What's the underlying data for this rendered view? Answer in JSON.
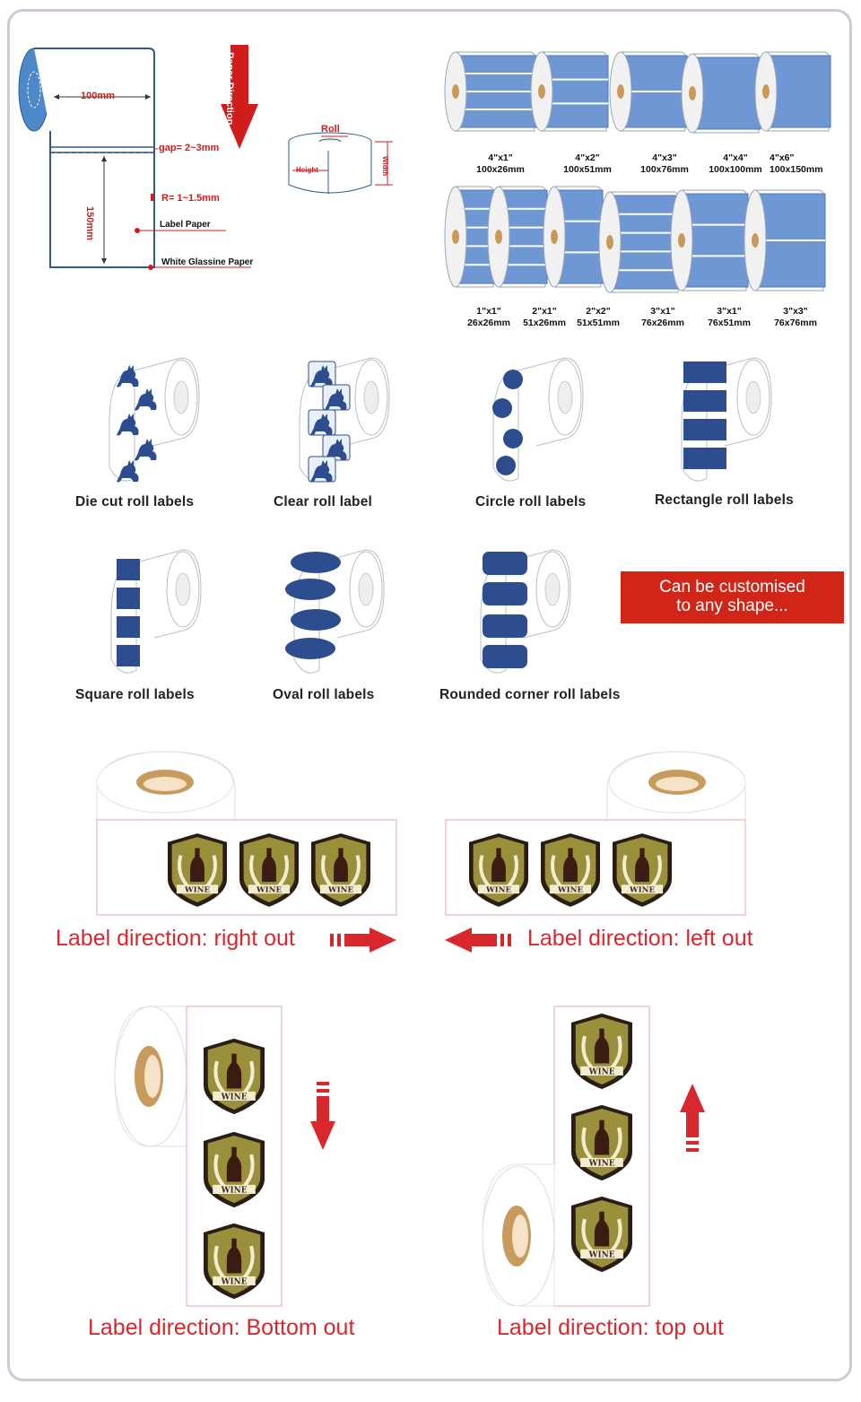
{
  "colors": {
    "accent": "#d9272e",
    "label_blue": "#6e97d4",
    "navy": "#2d4d8e",
    "badge_olive": "#9a8f3a"
  },
  "spec_diagram": {
    "width_dim": "100mm",
    "height_dim": "150mm",
    "gap": "gap= 2~3mm",
    "radius": "R= 1~1.5mm",
    "label_paper": "Label Paper",
    "glassine": "White Glassine Paper",
    "paper_direction": "Paper Direction",
    "roll": "Roll",
    "height": "Height",
    "width": "Width"
  },
  "size_rows": [
    [
      {
        "inch": "4\"x1\"",
        "mm": "100x26mm"
      },
      {
        "inch": "4\"x2\"",
        "mm": "100x51mm"
      },
      {
        "inch": "4\"x3\"",
        "mm": "100x76mm"
      },
      {
        "inch": "4\"x4\"",
        "mm": "100x100mm"
      },
      {
        "inch": "4\"x6\"",
        "mm": "100x150mm"
      }
    ],
    [
      {
        "inch": "1\"x1\"",
        "mm": "26x26mm"
      },
      {
        "inch": "2\"x1\"",
        "mm": "51x26mm"
      },
      {
        "inch": "2\"x2\"",
        "mm": "51x51mm"
      },
      {
        "inch": "3\"x1\"",
        "mm": "76x26mm"
      },
      {
        "inch": "3\"x1\"",
        "mm": "76x51mm"
      },
      {
        "inch": "3\"x3\"",
        "mm": "76x76mm"
      }
    ]
  ],
  "label_types": [
    "Die cut roll labels",
    "Clear roll label",
    "Circle roll labels",
    "Rectangle roll labels",
    "Square roll labels",
    "Oval roll labels",
    "Rounded corner roll labels"
  ],
  "custom_note": {
    "line1": "Can be customised",
    "line2": "to any shape..."
  },
  "badge_text": "WINE",
  "directions": {
    "right": "Label direction: right out",
    "left": "Label direction: left out",
    "bottom": "Label direction: Bottom out",
    "top": "Label direction: top out"
  }
}
